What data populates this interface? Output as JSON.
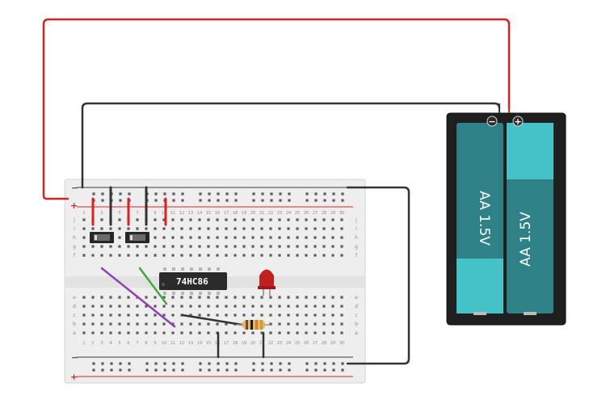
{
  "colors": {
    "wire_red": "#d92323",
    "wire_black": "#333333",
    "wire_purple": "#8e3fb4",
    "wire_green": "#3caa3c",
    "battery_teal": "#2e8287",
    "battery_light": "#45c2c8",
    "chip_body": "#2b2b2b",
    "led_red": "#c02020",
    "breadboard": "#eeeeee"
  },
  "breadboard": {
    "columns": 30,
    "top_rows": [
      "j",
      "i",
      "h",
      "g",
      "f"
    ],
    "bottom_rows": [
      "e",
      "d",
      "c",
      "b",
      "a"
    ],
    "rail_minus": "−",
    "rail_plus": "+"
  },
  "chip": {
    "label": "74HC86"
  },
  "battery": {
    "cell1_label": "AA 1.5V",
    "cell2_label": "AA 1.5V",
    "minus_sign": "−",
    "plus_sign": "+"
  },
  "components": {
    "switches": 2,
    "led_color": "red",
    "resistor_bands": [
      "brown",
      "black",
      "orange",
      "gold"
    ]
  }
}
